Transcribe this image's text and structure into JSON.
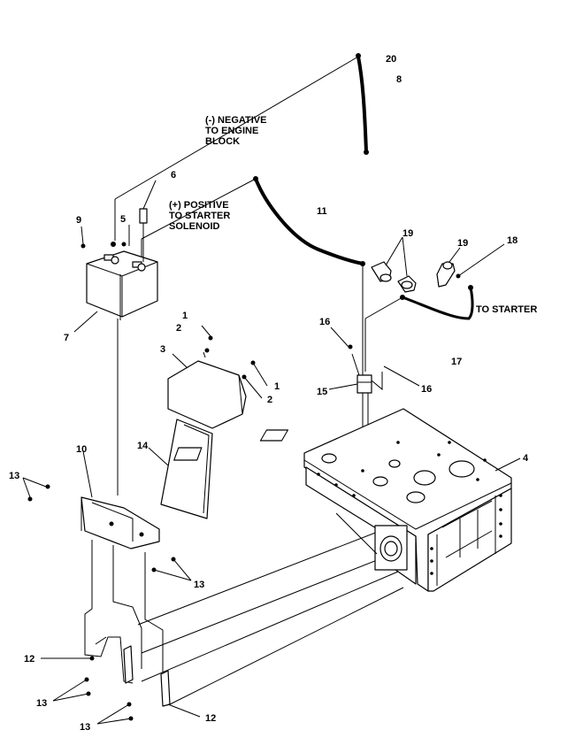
{
  "notes": {
    "negative": [
      "(-) NEGATIVE",
      "TO ENGINE",
      "BLOCK"
    ],
    "positive": [
      "(+) POSITIVE",
      "TO STARTER",
      "SOLENOID"
    ],
    "to_starter": "TO STARTER"
  },
  "callouts": {
    "c20": "20",
    "c8a": "8",
    "c6": "6",
    "c9": "9",
    "c5": "5",
    "c11": "11",
    "c19a": "19",
    "c19b": "19",
    "c18": "18",
    "c7": "7",
    "c1a": "1",
    "c2a": "2",
    "c3": "3",
    "c1b": "1",
    "c2b": "2",
    "c16a": "16",
    "c15": "15",
    "c16b": "16",
    "c17": "17",
    "c14": "14",
    "c10": "10",
    "c13a": "13",
    "c4": "4",
    "c13b": "13",
    "c12a": "12",
    "c13c": "13",
    "c13d": "13",
    "c12b": "12"
  }
}
